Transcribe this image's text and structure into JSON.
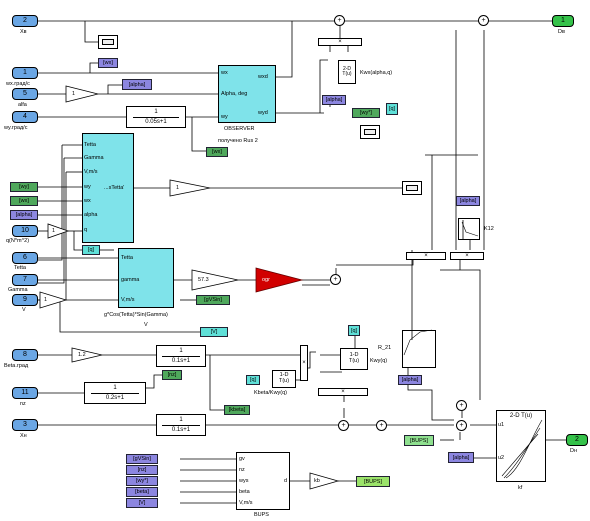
{
  "inports": {
    "xv": {
      "num": "2",
      "label": "Xв"
    },
    "wx": {
      "num": "1",
      "label": "wx.град/с"
    },
    "alfa": {
      "num": "5",
      "label": "alfa"
    },
    "wy": {
      "num": "4",
      "label": "wy.град/с"
    },
    "q": {
      "num": "10",
      "label": "q(N*m^2)"
    },
    "tetta": {
      "num": "6",
      "label": "Tetta"
    },
    "gamma": {
      "num": "7",
      "label": "Gamma"
    },
    "v": {
      "num": "9",
      "label": "V"
    },
    "beta": {
      "num": "8",
      "label": "Beta.град"
    },
    "nz": {
      "num": "11",
      "label": "nz"
    },
    "xn": {
      "num": "3",
      "label": "Xн"
    }
  },
  "outports": {
    "dv": {
      "num": "1",
      "label": "Dв"
    },
    "dn": {
      "num": "2",
      "label": "Dн"
    }
  },
  "tags": {
    "wx": "[wx]",
    "alpha1": "[alpha]",
    "alpha2": "[alpha]",
    "alpha3": "[alpha]",
    "alpha4": "[alpha]",
    "alpha5": "[alpha]",
    "wy_out": "[wy*]",
    "wy_in1": "[wy]",
    "wx_in1": "[wx]",
    "alpha_in1": "[alpha]",
    "q_out": "[q]",
    "q_in1": "[q]",
    "q_in2": "[q]",
    "q_in3": "[q]",
    "gvsin": "[gVSin]",
    "v_out": "[V]",
    "nz_out": "[nz]",
    "kbeta": "[kbeta]",
    "bups_in": "[BUPS]",
    "bups_out": "[BUPS]",
    "gv_in": "[gVSin]",
    "nz_in": "[nz]",
    "wy_in2": "[wy*]",
    "beta_in": "[beta]",
    "v_in": "[V]",
    "wy_star_top": "[wy*]"
  },
  "blocks": {
    "gain1": "1",
    "gain2": "1",
    "gain3": "1",
    "gain4": "1",
    "gain_beta": "1.2",
    "gain_573": "57.3",
    "gain_kb": "kb",
    "tf1": {
      "num": "1",
      "den": "0.05s+1"
    },
    "tf2": {
      "num": "1",
      "den": "0.1s+1"
    },
    "tf3": {
      "num": "1",
      "den": "0.2s+1"
    },
    "tf4": {
      "num": "1",
      "den": "0.1s+1"
    },
    "lut_top": {
      "l1": "2-D",
      "l2": "T(u)",
      "name": "Kwx(alpha,q)"
    },
    "lut_kwy": {
      "l1": "1-D",
      "l2": "T(u)",
      "name": "Kwy(q)"
    },
    "lut_kbeta": {
      "l1": "1-D",
      "l2": "T(u)",
      "name": "Kbeta/Kwy(q)"
    },
    "lut_kf": {
      "l1": "2-D T(u)",
      "u1": "u1",
      "u2": "u2",
      "name": "kf"
    },
    "k12": "K12",
    "r21": "R_21",
    "mult": "×",
    "sat": "ogr"
  },
  "subsystems": {
    "obs": {
      "ports_in": [
        "wx",
        "Alpha, deg",
        "wy"
      ],
      "ports_out": [
        "wxd",
        "wyd"
      ],
      "name1": "OBSERVER",
      "name2": "получено Rus 2"
    },
    "tetta": {
      "ports_in": [
        "Tetta",
        "Gamma",
        "V,m/s",
        "wy",
        "wx",
        "alpha",
        "q"
      ],
      "port_out": "...sTetta'",
      "name": ""
    },
    "gcos": {
      "ports_in": [
        "Tetta",
        "gamma",
        "V,m/s"
      ],
      "name1": "g*Cos(Tetta)*Sin(Gamma)",
      "name2": "V"
    },
    "bups": {
      "ports_in": [
        "gv",
        "nz",
        "wys",
        "beta",
        "V,m/s"
      ],
      "port_out": "d",
      "name": "BUPS"
    }
  },
  "colors": {
    "inport": "#6aa6e4",
    "outport": "#35c24a",
    "subsystem": "#7fe3ea",
    "saturation": "#d10000",
    "tag_purple": "#8c86e0",
    "tag_green": "#4fa85c",
    "tag_cyan": "#5fe0d8"
  }
}
